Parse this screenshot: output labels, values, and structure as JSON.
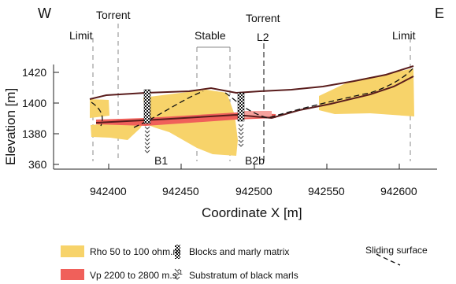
{
  "directions": {
    "west": "W",
    "east": "E"
  },
  "annotations": {
    "limit_left": "Limit",
    "torrent_left": "Torrent",
    "stable": "Stable",
    "torrent_right": "Torrent",
    "l2": "L2",
    "limit_right": "Limit"
  },
  "boreholes": {
    "b1": "B1",
    "b2b": "B2b"
  },
  "axes": {
    "ylabel": "Elevation [m]",
    "xlabel": "Coordinate X [m]",
    "yticks": [
      "1420",
      "1400",
      "1380",
      "360"
    ],
    "xticks": [
      "942400",
      "942450",
      "942500",
      "942550",
      "942600"
    ]
  },
  "legend": {
    "rho_text": "Rho 50 to 100 ohm.m",
    "vp_text": "Vp 2200 to 2800 m.s",
    "vp_sup": "-1",
    "blocks_text": "Blocks and marly matrix",
    "substratum_text": "Substratum of black marls",
    "sliding_text": "Sliding surface"
  },
  "colors": {
    "rho_fill": "#f7d36a",
    "vp_fill": "#f0605a",
    "topography": "#5a1d1d",
    "sliding_surface": "#111111",
    "borehole": "#111111"
  },
  "icons": {
    "blocks": "checker-borehole-icon",
    "substratum": "chevron-stack-icon",
    "sliding": "dashed-line-icon"
  }
}
